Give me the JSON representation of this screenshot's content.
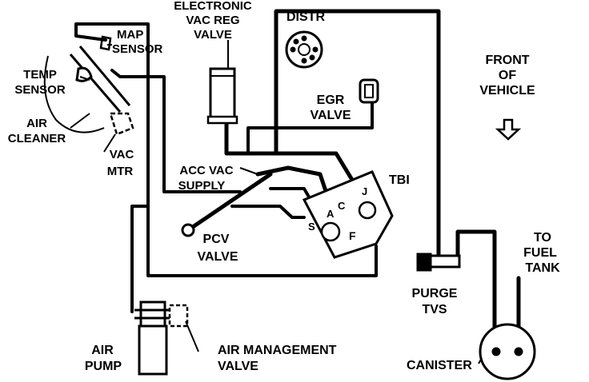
{
  "labels": {
    "electronic_vac_reg_valve": [
      "ELECTRONIC",
      "VAC REG",
      "VALVE"
    ],
    "distr": "DISTR",
    "front_of_vehicle": [
      "FRONT",
      "OF",
      "VEHICLE"
    ],
    "map_sensor": [
      "MAP",
      "SENSOR"
    ],
    "temp_sensor": [
      "TEMP",
      "SENSOR"
    ],
    "egr_valve": [
      "EGR",
      "VALVE"
    ],
    "air_cleaner": [
      "AIR",
      "CLEANER"
    ],
    "vac_mtr": [
      "VAC",
      "MTR"
    ],
    "acc_vac_supply": [
      "ACC VAC",
      "SUPPLY"
    ],
    "tbi": "TBI",
    "port_j": "J",
    "port_c": "C",
    "port_a": "A",
    "port_s": "S",
    "port_f": "F",
    "pcv_valve": [
      "PCV",
      "VALVE"
    ],
    "to_fuel_tank": [
      "TO",
      "FUEL",
      "TANK"
    ],
    "purge_tvs": [
      "PURGE",
      "TVS"
    ],
    "air_pump": [
      "AIR",
      "PUMP"
    ],
    "air_management_valve": [
      "AIR MANAGEMENT",
      "VALVE"
    ],
    "canister": "CANISTER"
  },
  "colors": {
    "line": "#000000",
    "background": "#ffffff"
  }
}
